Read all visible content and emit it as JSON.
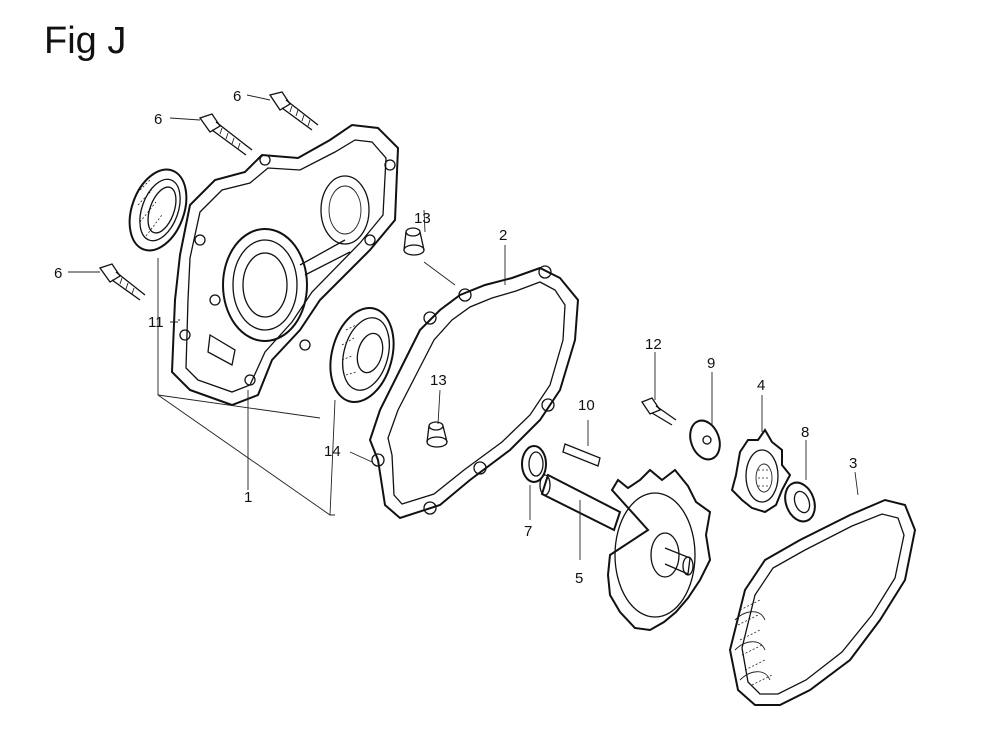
{
  "figure": {
    "title": "Fig J"
  },
  "labels": {
    "l1": "1",
    "l2": "2",
    "l3": "3",
    "l4": "4",
    "l5": "5",
    "l6a": "6",
    "l6b": "6",
    "l6c": "6",
    "l7": "7",
    "l8": "8",
    "l9": "9",
    "l10": "10",
    "l11": "11",
    "l12": "12",
    "l13a": "13",
    "l13b": "13",
    "l14": "14"
  }
}
